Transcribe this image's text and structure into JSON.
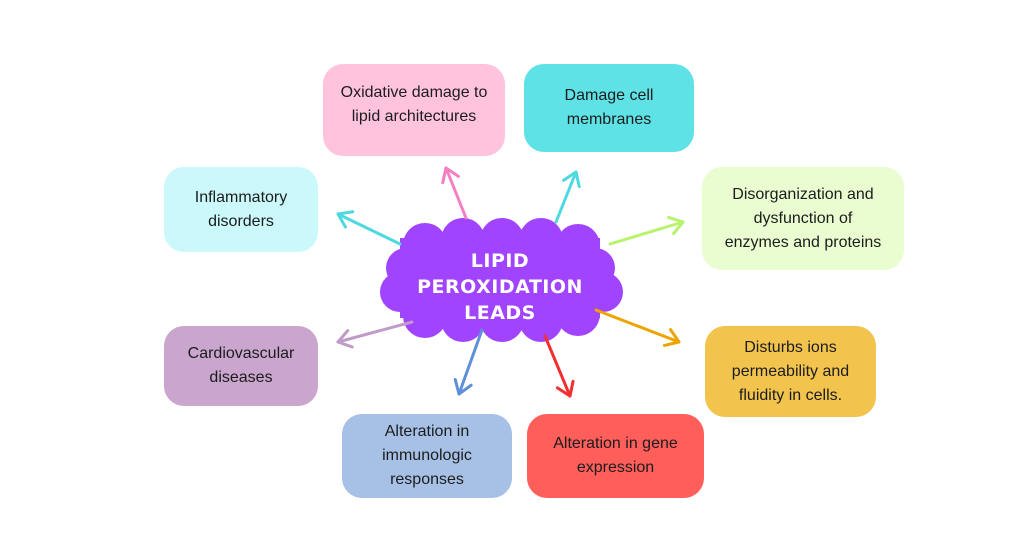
{
  "center": {
    "label": "LIPID PEROXIDATION\nLEADS",
    "color": "#a044ff"
  },
  "nodes": [
    {
      "id": "oxidative",
      "label": "Oxidative damage to\nlipid architectures",
      "color": "#ffc3de",
      "arrow_color": "#f57fc2"
    },
    {
      "id": "cell-membranes",
      "label": "Damage cell\nmembranes",
      "color": "#5ee2e6",
      "arrow_color": "#4ed9e0"
    },
    {
      "id": "enzymes",
      "label": "Disorganization and\ndysfunction of\nenzymes and proteins",
      "color": "#e9fdd1",
      "arrow_color": "#b7f36c"
    },
    {
      "id": "ions",
      "label": "Disturbs ions\npermeability and\nfluidity in cells.",
      "color": "#f2c44e",
      "arrow_color": "#eea400"
    },
    {
      "id": "gene",
      "label": "Alteration in gene\nexpression",
      "color": "#ff5e5b",
      "arrow_color": "#f42f2f"
    },
    {
      "id": "immunologic",
      "label": "Alteration in\nimmunologic\nresponses",
      "color": "#a7c1e6",
      "arrow_color": "#5f8fd8"
    },
    {
      "id": "cardiovascular",
      "label": "Cardiovascular\ndiseases",
      "color": "#caa5ce",
      "arrow_color": "#c09bc8"
    },
    {
      "id": "inflammatory",
      "label": "Inflammatory\ndisorders",
      "color": "#cbf8fa",
      "arrow_color": "#4ed9e0"
    }
  ]
}
